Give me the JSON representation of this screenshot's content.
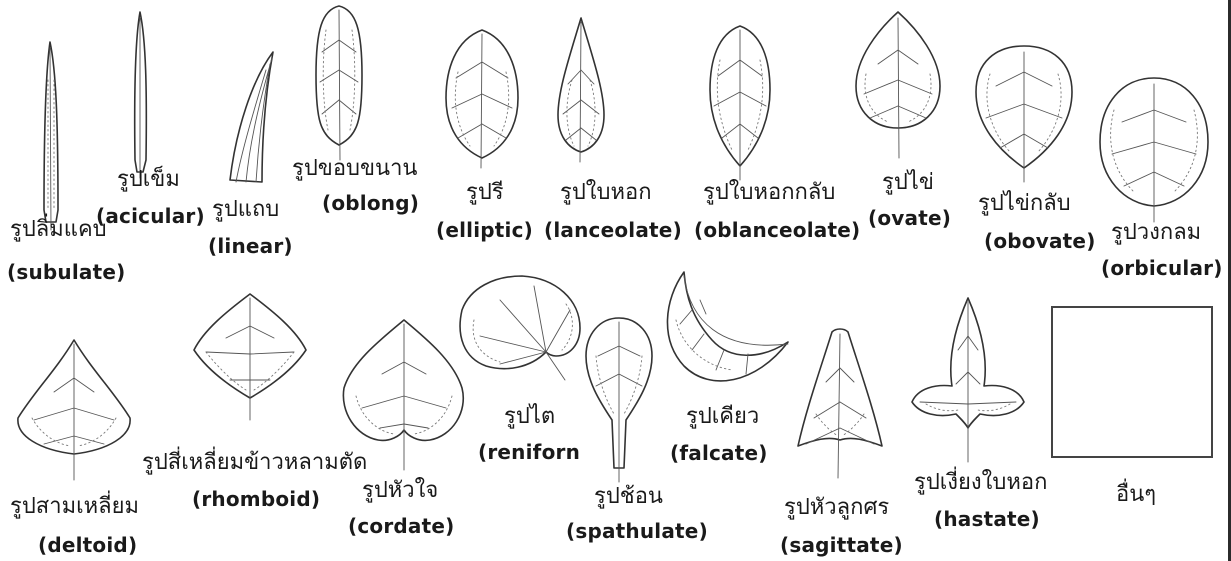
{
  "leaves": [
    {
      "key": "subulate",
      "thai": "รูปลิ่มแคบ",
      "en": "(subulate)",
      "en_shown": "(subulate)"
    },
    {
      "key": "acicular",
      "thai": "รูปเข็ม",
      "en": "(acicular)"
    },
    {
      "key": "linear",
      "thai": "รูปแถบ",
      "en": "(linear)"
    },
    {
      "key": "oblong",
      "thai": "รูปขอบขนาน",
      "en": "(oblong)"
    },
    {
      "key": "elliptic",
      "thai": "รูปรี",
      "en": "(elliptic)"
    },
    {
      "key": "lanceolate",
      "thai": "รูปใบหอก",
      "en": "(lanceolate)"
    },
    {
      "key": "oblanceolate",
      "thai": "รูปใบหอกกลับ",
      "en": "(oblanceolate)"
    },
    {
      "key": "ovate",
      "thai": "รูปไข่",
      "en": "(ovate)"
    },
    {
      "key": "obovate",
      "thai": "รูปไข่กลับ",
      "en": "(obovate)"
    },
    {
      "key": "orbicular",
      "thai": "รูปวงกลม",
      "en": "(orbicular)"
    },
    {
      "key": "deltoid",
      "thai": "รูปสามเหลี่ยม",
      "en": "(deltoid)"
    },
    {
      "key": "rhomboid",
      "thai": "รูปสี่เหลี่ยมข้าวหลามตัด",
      "en": "(rhomboid)"
    },
    {
      "key": "cordate",
      "thai": "รูปหัวใจ",
      "en": "(cordate)"
    },
    {
      "key": "reniform",
      "thai": "รูปไต",
      "en": "(reniforn"
    },
    {
      "key": "spathulate",
      "thai": "รูปช้อน",
      "en": "(spathulate)"
    },
    {
      "key": "falcate",
      "thai": "รูปเคียว",
      "en": "(falcate)"
    },
    {
      "key": "sagittate",
      "thai": "รูปหัวลูกศร",
      "en": "(sagittate)"
    },
    {
      "key": "hastate",
      "thai": "รูปเงี่ยงใบหอก",
      "en": "(hastate)"
    }
  ],
  "other": {
    "thai": "อื่นๆ"
  }
}
